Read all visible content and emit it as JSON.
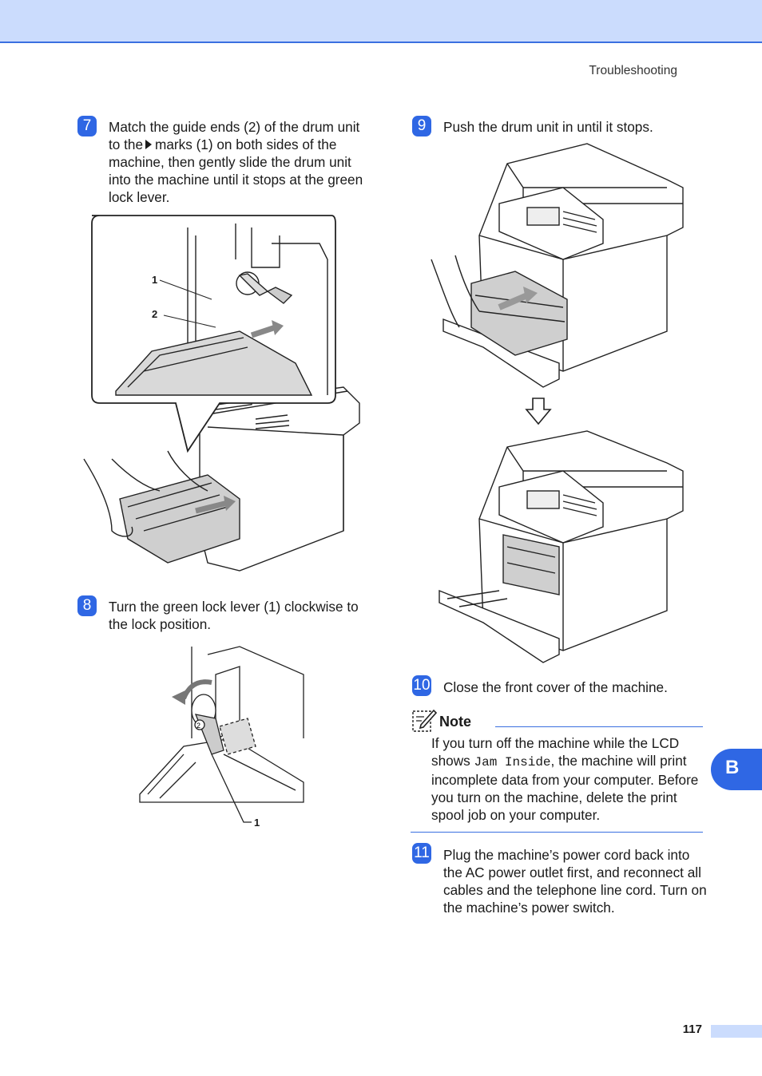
{
  "header": {
    "section_title": "Troubleshooting"
  },
  "steps": [
    {
      "number": "7",
      "text_before_arrow": "Match the guide ends (2) of the drum unit to the",
      "text_after_arrow": "marks (1) on both sides of the machine, then gently slide the drum unit into the machine until it stops at the green lock lever."
    },
    {
      "number": "8",
      "text": "Turn the green lock lever (1) clockwise to the lock position."
    },
    {
      "number": "9",
      "text": "Push the drum unit in until it stops."
    },
    {
      "number": "10",
      "text": "Close the front cover of the machine."
    },
    {
      "number": "11",
      "text": "Plug the machine’s power cord back into the AC power outlet first, and reconnect all cables and the telephone line cord. Turn on the machine’s power switch."
    }
  ],
  "note": {
    "title": "Note",
    "text_part1": "If you turn off the machine while the LCD shows ",
    "lcd_text": "Jam Inside",
    "text_part2": ", the machine will print incomplete data from your computer. Before you turn on the machine, delete the print spool job on your computer."
  },
  "figures": {
    "step7": {
      "callouts": [
        "1",
        "2"
      ]
    },
    "step8": {
      "callouts": [
        "1",
        "2"
      ]
    }
  },
  "side_tab": {
    "label": "B"
  },
  "footer": {
    "page_number": "117"
  },
  "colors": {
    "accent": "#2f67e4",
    "band": "#cbdcfd"
  }
}
